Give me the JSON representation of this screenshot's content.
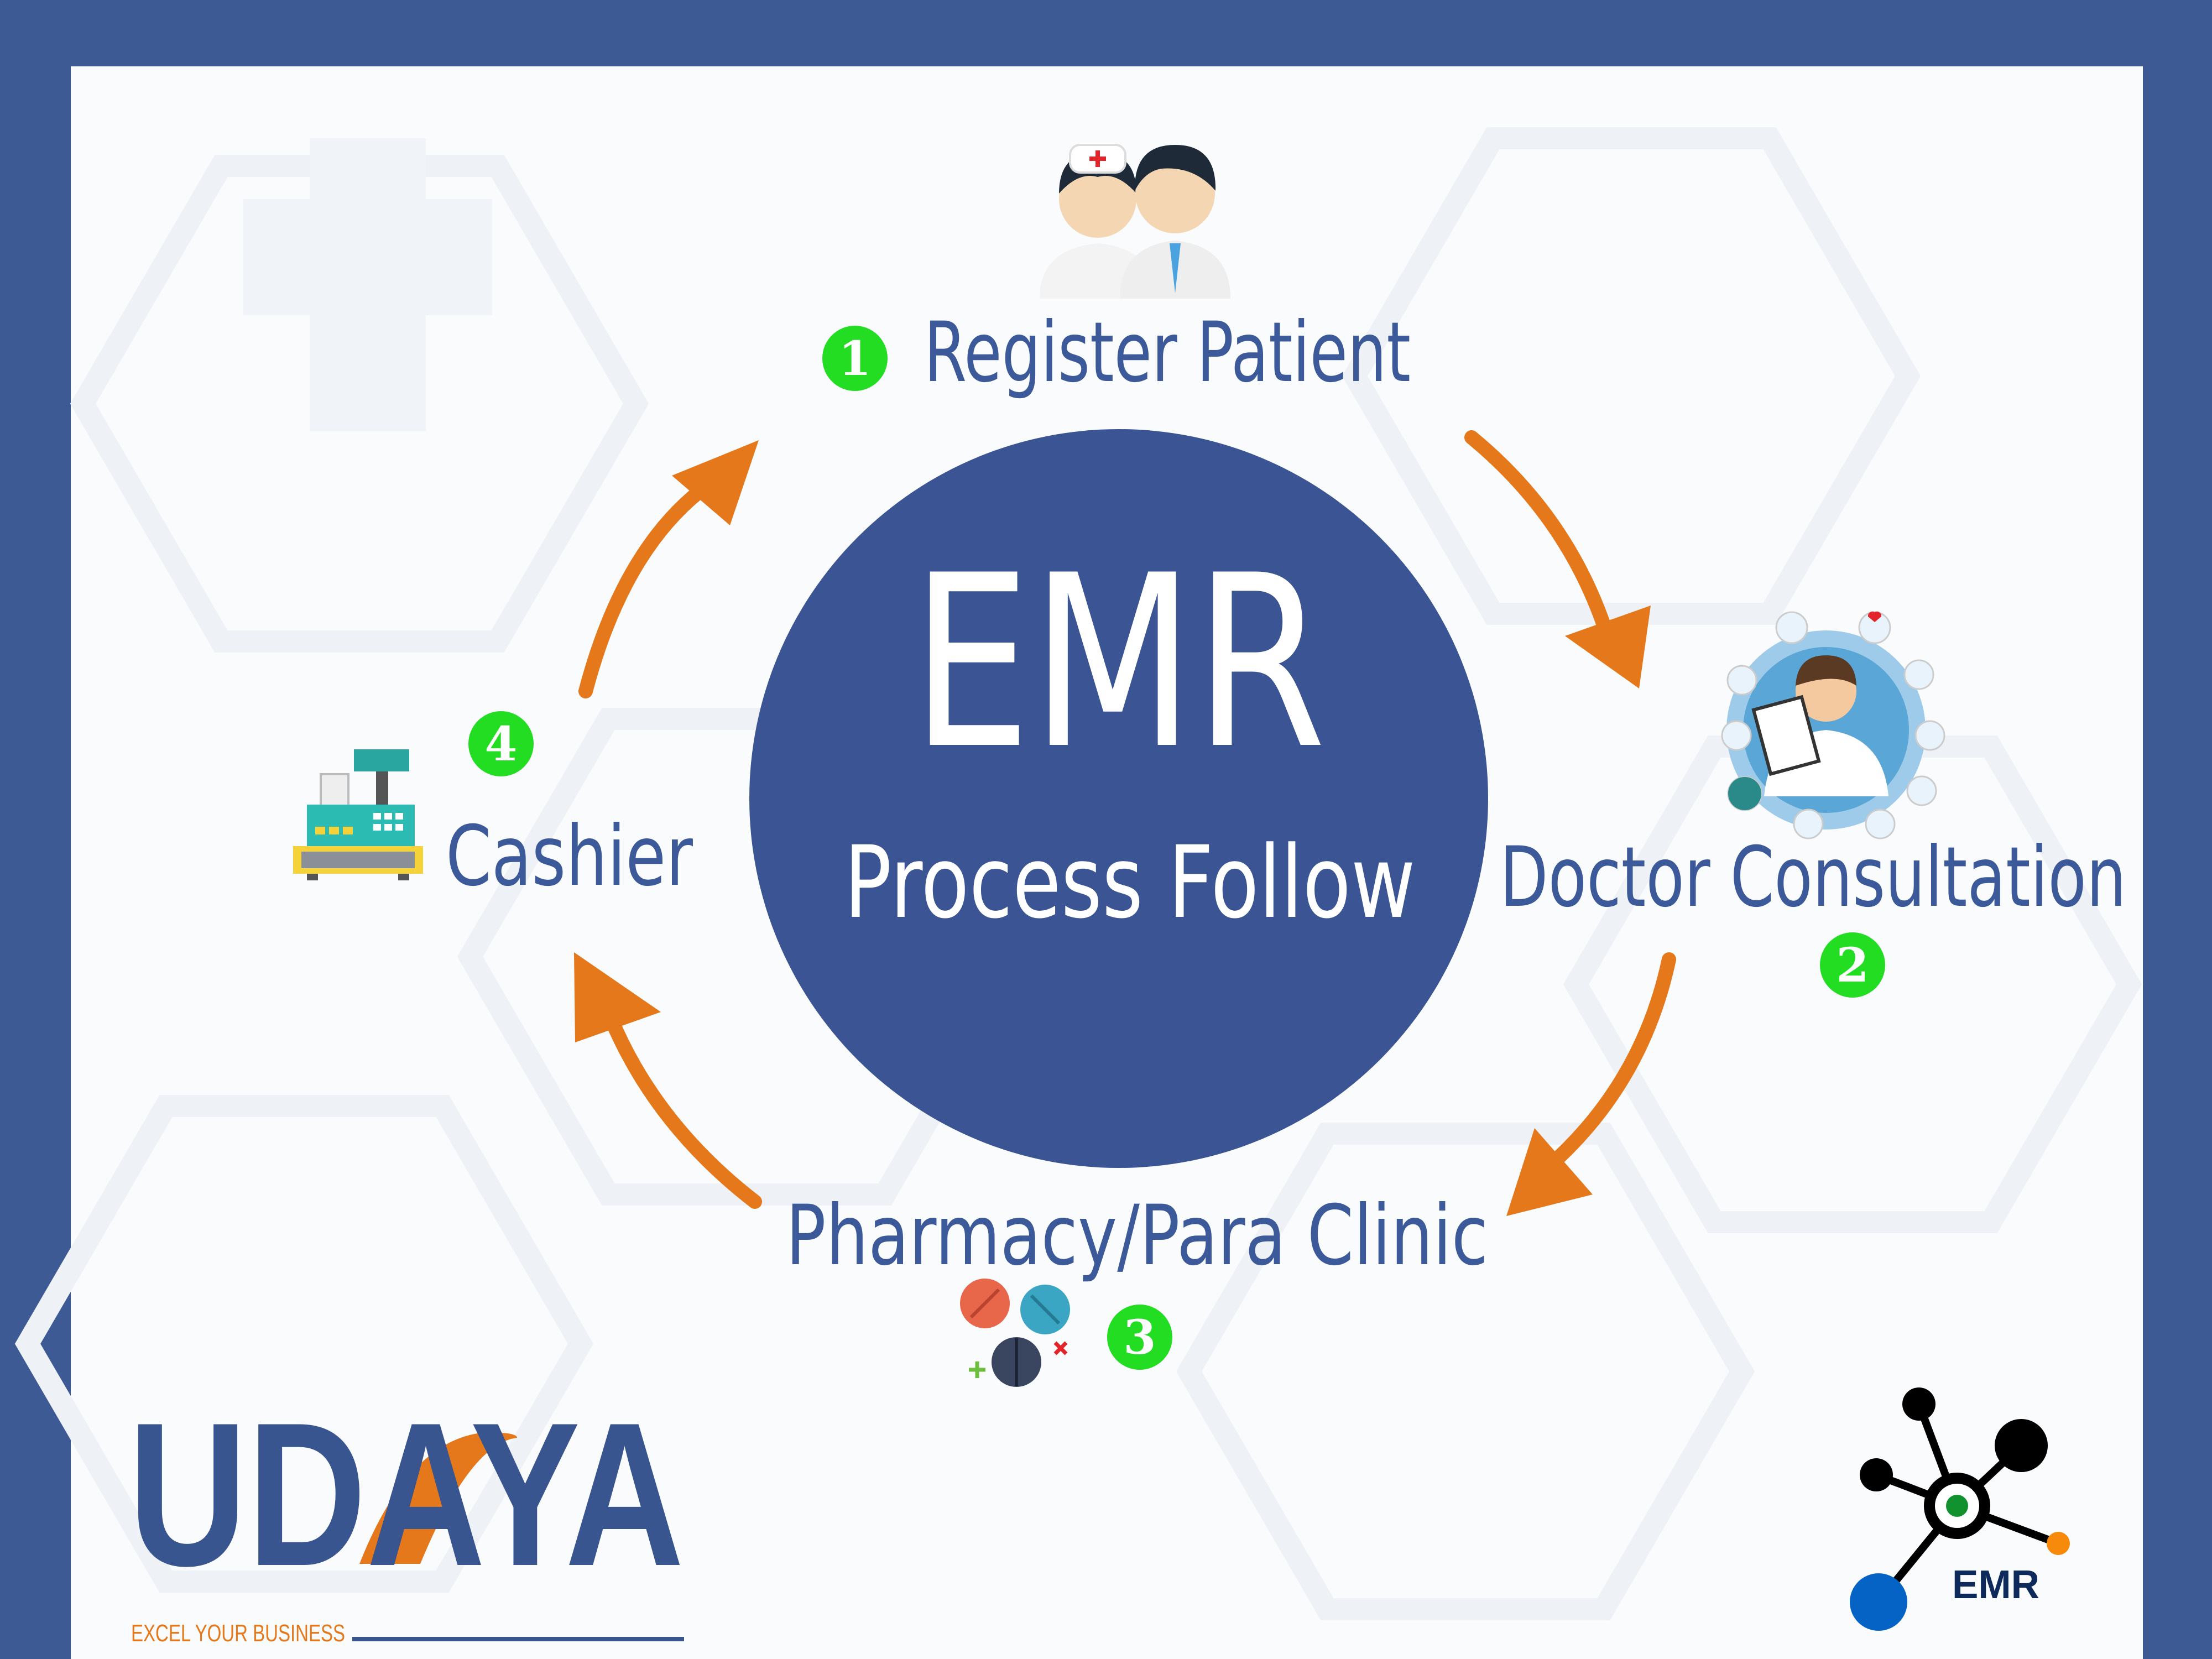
{
  "center": {
    "title": "EMR",
    "subtitle": "Process Follow"
  },
  "steps": [
    {
      "number": "1",
      "label": "Register Patient",
      "icon": "nurse-doctor-icon"
    },
    {
      "number": "2",
      "label": "Doctor Consultation",
      "icon": "doctor-clipboard-icon"
    },
    {
      "number": "3",
      "label": "Pharmacy/Para Clinic",
      "icon": "pills-icon"
    },
    {
      "number": "4",
      "label": "Cashier",
      "icon": "cash-register-icon"
    }
  ],
  "logos": {
    "udaya": {
      "name": "UDAYA",
      "tagline": "EXCEL YOUR BUSINESS"
    },
    "emr": {
      "name": "EMR"
    }
  },
  "colors": {
    "frame": "#3d5a94",
    "circle": "#3b5594",
    "arrow": "#e5781a",
    "badge": "#22dd22",
    "text": "#3c5a9a"
  }
}
